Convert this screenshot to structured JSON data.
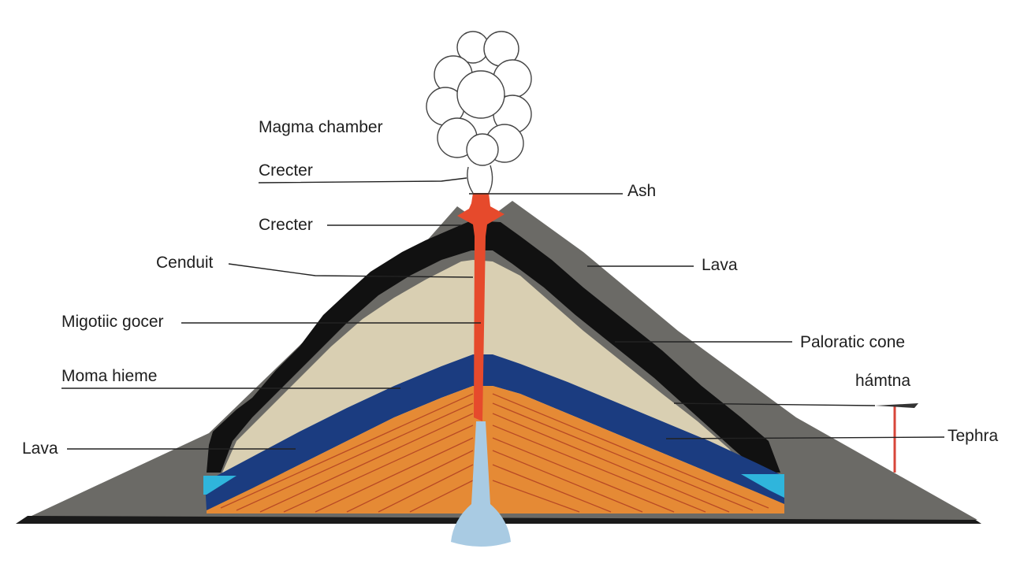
{
  "diagram": {
    "colors": {
      "outer_slope": "#6b6a66",
      "inner_core": "#d9cfb2",
      "conduit_lava": "#e64a2c",
      "blue_band": "#1b3c80",
      "orange_layers": "#e58a35",
      "water": "#2fb5dc",
      "chamber": "#a9cbe3",
      "ground": "#1a1a1a",
      "plume": "#ffffff"
    },
    "labels": {
      "magma_chamber": "Magma chamber",
      "crater_top": "Crecter",
      "ash": "Ash",
      "crater_mid": "Crecter",
      "conduit": "Cenduit",
      "lava_right": "Lava",
      "migotiic": "Migotiic gocer",
      "poloratic_cone": "Paloratic cone",
      "moma_hieme": "Moma hieme",
      "hamtna": "hámtna",
      "lava_left": "Lava",
      "tephra": "Tephra"
    }
  }
}
